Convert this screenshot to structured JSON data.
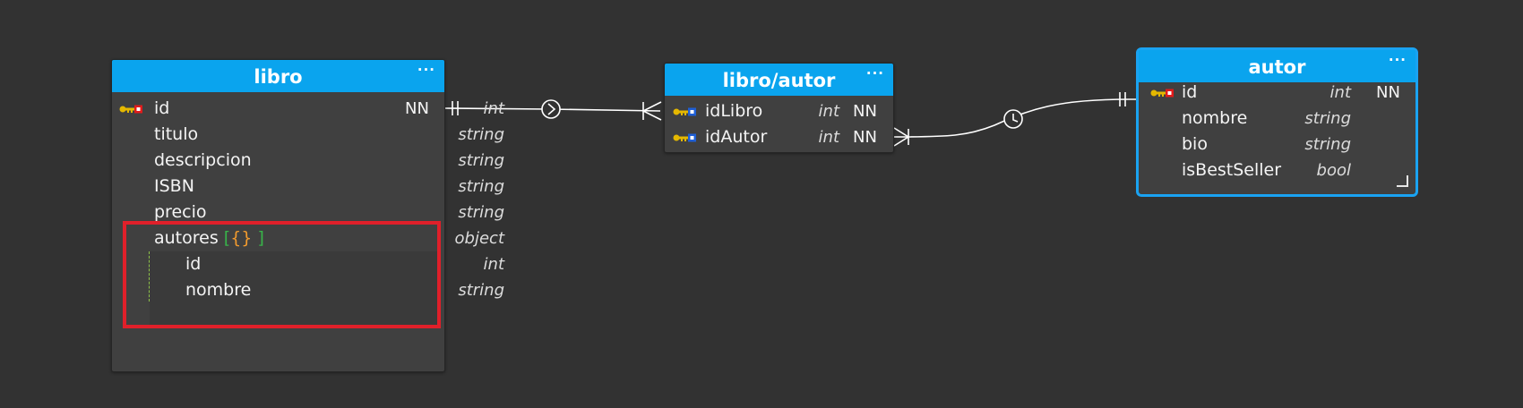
{
  "entities": {
    "libro": {
      "title": "libro",
      "more": "···",
      "fields": [
        {
          "name": "id",
          "type": "int",
          "nn": "NN"
        },
        {
          "name": "titulo",
          "type": "string"
        },
        {
          "name": "descripcion",
          "type": "string"
        },
        {
          "name": "ISBN",
          "type": "string"
        },
        {
          "name": "precio",
          "type": "string"
        },
        {
          "name": "autores",
          "type": "object",
          "brace_open": "[",
          "brace_inner": "{}",
          "brace_close": "]"
        }
      ],
      "nested_fields": [
        {
          "name": "id",
          "type": "int"
        },
        {
          "name": "nombre",
          "type": "string"
        }
      ]
    },
    "libro_autor": {
      "title": "libro/autor",
      "more": "···",
      "fields": [
        {
          "name": "idLibro",
          "type": "int",
          "nn": "NN"
        },
        {
          "name": "idAutor",
          "type": "int",
          "nn": "NN"
        }
      ]
    },
    "autor": {
      "title": "autor",
      "more": "···",
      "fields": [
        {
          "name": "id",
          "type": "int",
          "nn": "NN"
        },
        {
          "name": "nombre",
          "type": "string"
        },
        {
          "name": "bio",
          "type": "string"
        },
        {
          "name": "isBestSeller",
          "type": "bool"
        }
      ]
    }
  },
  "icons": {
    "primary_key": "key-red-icon",
    "foreign_key": "key-blue-icon",
    "relation_optional": "chevron-circle-icon",
    "relation_optional_alt": "clock-circle-icon",
    "resize": "resize-handle-icon"
  },
  "colors": {
    "canvas": "#323232",
    "header": "#0aa4ee",
    "entity_body": "#404040",
    "selection": "#1aa3f2",
    "highlight": "#e0202a",
    "pk_key": "#e5b800",
    "pk_marker": "#e21b1b",
    "fk_marker": "#1f5fd6"
  }
}
